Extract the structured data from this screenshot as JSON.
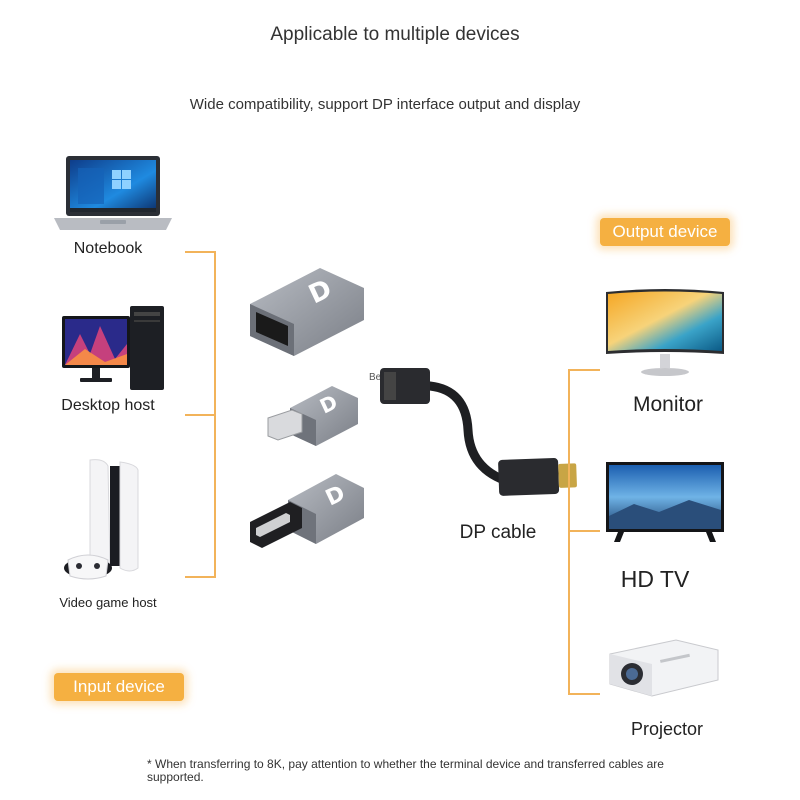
{
  "header": {
    "title": "Applicable to multiple devices",
    "subtitle": "Wide compatibility, support DP interface output and display"
  },
  "input_devices": [
    {
      "label": "Notebook",
      "icon": "laptop-icon"
    },
    {
      "label": "Desktop host",
      "icon": "desktop-computer-icon"
    },
    {
      "label": "Video game host",
      "icon": "game-console-icon"
    }
  ],
  "input_tag": "Input device",
  "adapters": [
    {
      "icon": "dp-female-adapter-icon"
    },
    {
      "icon": "mini-dp-adapter-icon"
    },
    {
      "icon": "dp-male-adapter-icon"
    }
  ],
  "cable": {
    "label": "DP cable",
    "small_text": "Bean s",
    "icon": "dp-cable-icon"
  },
  "output_tag": "Output device",
  "output_devices": [
    {
      "label": "Monitor",
      "icon": "monitor-icon"
    },
    {
      "label": "HD TV",
      "icon": "tv-icon"
    },
    {
      "label": "Projector",
      "icon": "projector-icon"
    }
  ],
  "footnote": "* When transferring to 8K, pay attention to whether the terminal device and transferred cables are supported.",
  "colors": {
    "accent": "#f5b041",
    "bracket": "#f2b35a",
    "adapter_body": "#8e9299",
    "connector": "#333333"
  }
}
